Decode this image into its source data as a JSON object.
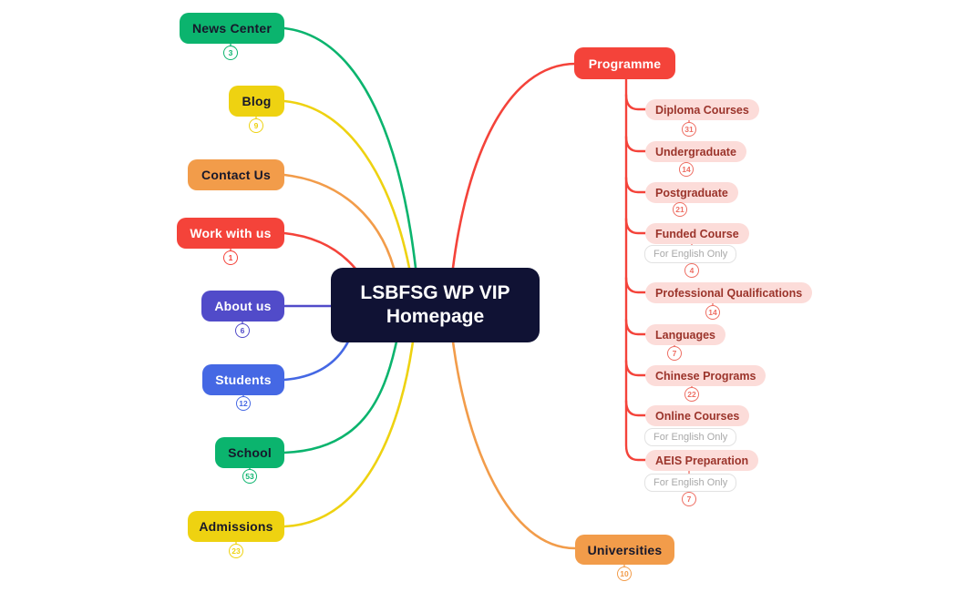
{
  "center": {
    "title": "LSBFSG WP VIP Homepage"
  },
  "colors": {
    "green": "#0bb46e",
    "yellow": "#eed211",
    "orange": "#f29c4a",
    "red": "#f4433a",
    "indigo": "#514bc9",
    "blue": "#4568e4",
    "navy": "#101234",
    "pill_bg": "#fcdcd9",
    "pill_text": "#9b342b",
    "child_badge": "#ee6e63",
    "note_border": "#e2e2e2",
    "note_text": "#a8a8a8"
  },
  "left_nodes": [
    {
      "label": "News Center",
      "count": "3"
    },
    {
      "label": "Blog",
      "count": "9"
    },
    {
      "label": "Contact Us"
    },
    {
      "label": "Work with us",
      "count": "1"
    },
    {
      "label": "About us",
      "count": "6"
    },
    {
      "label": "Students",
      "count": "12"
    },
    {
      "label": "School",
      "count": "53"
    },
    {
      "label": "Admissions",
      "count": "23"
    }
  ],
  "programme": {
    "label": "Programme",
    "children": [
      {
        "label": "Diploma Courses",
        "count": "31"
      },
      {
        "label": "Undergraduate",
        "count": "14"
      },
      {
        "label": "Postgraduate",
        "count": "21"
      },
      {
        "label": "Funded Course",
        "note": "For English Only",
        "count": "4"
      },
      {
        "label": "Professional Qualifications",
        "count": "14"
      },
      {
        "label": "Languages",
        "count": "7"
      },
      {
        "label": "Chinese Programs",
        "count": "22"
      },
      {
        "label": "Online Courses",
        "note": "For English Only"
      },
      {
        "label": "AEIS Preparation",
        "note": "For English Only",
        "count": "7"
      }
    ]
  },
  "universities": {
    "label": "Universities",
    "count": "10"
  }
}
